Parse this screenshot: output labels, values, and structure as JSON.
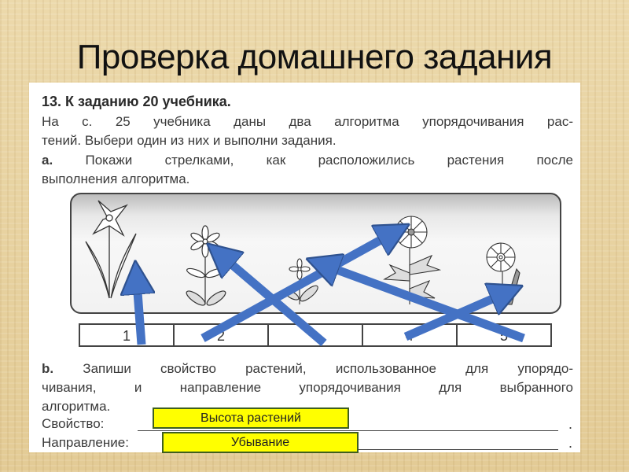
{
  "slide": {
    "title": "Проверка домашнего задания"
  },
  "task": {
    "heading": "13. К заданию 20 учебника.",
    "intro_line1": "На с. 25 учебника даны два алгоритма упорядочивания рас-",
    "intro_line2": "тений. Выбери один из них и выполни задания.",
    "part_a_label": "а.",
    "part_a_line1": "Покажи стрелками, как расположились растения после",
    "part_a_line2": "выполнения алгоритма.",
    "number_cells": [
      "1",
      "2",
      "",
      "4",
      "5"
    ],
    "plants": [
      "tall-narcissus",
      "six-petal-flower",
      "small-flower",
      "daisy-tall",
      "daisy-with-fern"
    ],
    "part_b_label": "b.",
    "part_b_line1": "Запиши свойство растений, использованное для упорядо-",
    "part_b_line2": "чивания, и направление упорядочивания для выбранного",
    "part_b_line3": "алгоритма.",
    "property_label": "Свойство:",
    "direction_label": "Направление:",
    "property_answer": "Высота растений",
    "direction_answer": "Убывание",
    "line_end": "."
  },
  "colors": {
    "arrow_fill": "#4472c4",
    "arrow_stroke": "#2f528f",
    "answer_bg": "#ffff00",
    "background": "#e9d4a4"
  }
}
